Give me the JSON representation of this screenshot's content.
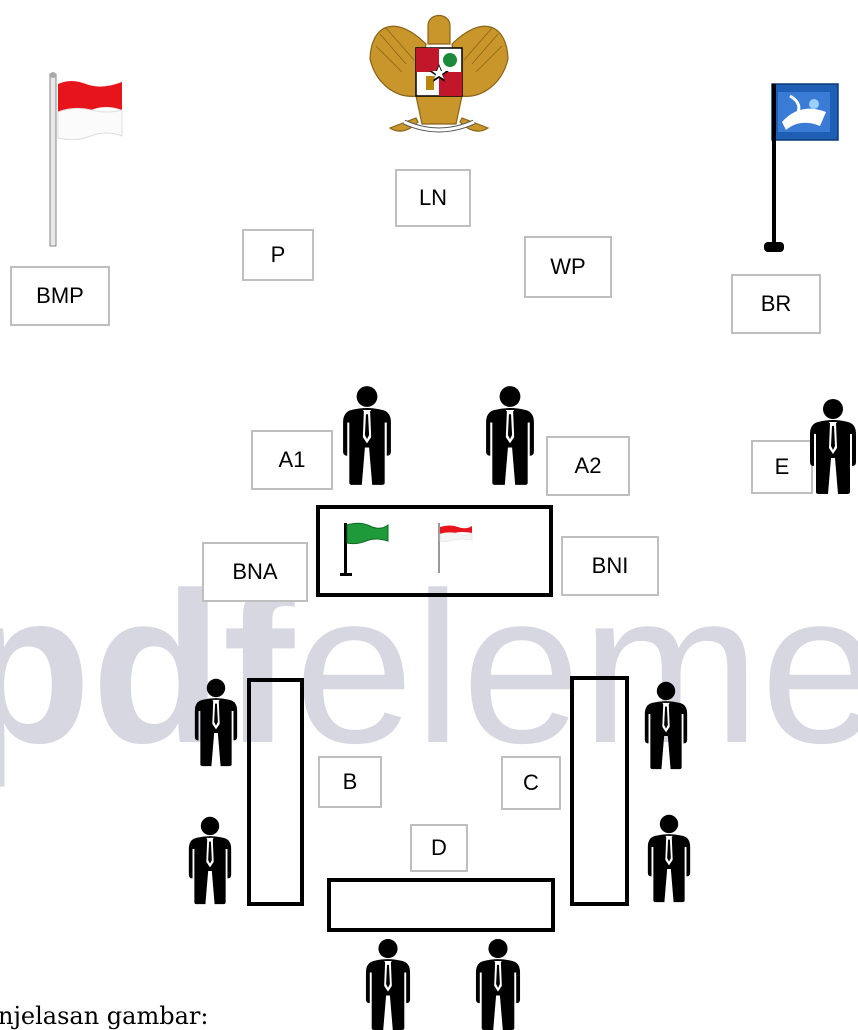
{
  "labels": {
    "bmp": "BMP",
    "p": "P",
    "ln": "LN",
    "wp": "WP",
    "br": "BR",
    "a1": "A1",
    "a2": "A2",
    "e": "E",
    "bna": "BNA",
    "bni": "BNI",
    "b": "B",
    "c": "C",
    "d": "D"
  },
  "watermark": {
    "bold": "pdf",
    "light": "eleme"
  },
  "caption": "njelasan gambar:",
  "icons": {
    "emblem": "garuda-emblem-icon",
    "flag_left": "indonesia-flag-pole-icon",
    "flag_right": "organization-flag-pole-icon",
    "person": "person-suit-icon"
  },
  "colors": {
    "flag_red": "#e8141c",
    "flag_green": "#1f9a3a",
    "org_flag_blue": "#1e5fb5",
    "emblem_gold": "#c9962b",
    "label_border": "#bfbfbf",
    "watermark": "#c9cad6"
  }
}
